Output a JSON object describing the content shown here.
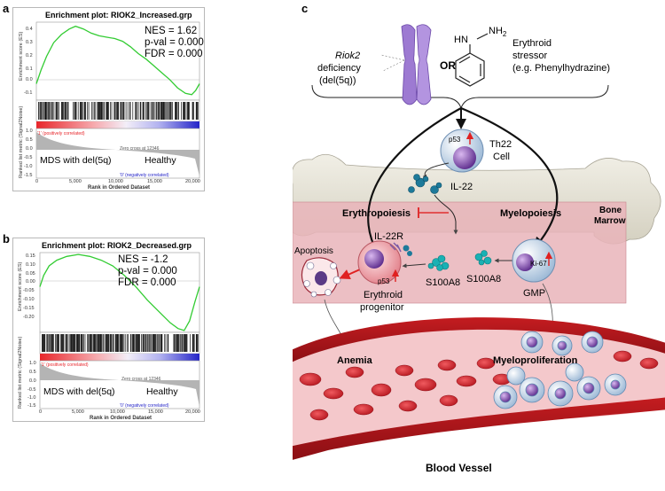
{
  "panels": {
    "a": "a",
    "b": "b",
    "c": "c"
  },
  "gsea_a": {
    "title": "Enrichment plot: RIOK2_Increased.grp",
    "nes": "NES = 1.62",
    "pval": "p-val = 0.000",
    "fdr": "FDR = 0.000",
    "es_label": "Enrichment score (ES)",
    "metric_label": "Ranked list metric (Signal2Noise)",
    "pos_corr": "'1' (positively correlated)",
    "neg_corr": "'0' (negatively correlated)",
    "zero_cross": "Zero cross at 12346",
    "group_left": "MDS with del(5q)",
    "group_right": "Healthy",
    "xlabel": "Rank in Ordered Dataset",
    "es_ticks": [
      "0.4",
      "0.3",
      "0.2",
      "0.1",
      "0.0",
      "-0.1"
    ],
    "metric_ticks": [
      "1.0",
      "0.5",
      "0.0",
      "-0.5",
      "-1.0",
      "-1.5"
    ],
    "x_ticks": [
      "0",
      "5,000",
      "10,000",
      "15,000",
      "20,000"
    ],
    "line_color": "#33cc33"
  },
  "gsea_b": {
    "title": "Enrichment plot: RIOK2_Decreased.grp",
    "nes": "NES = -1.2",
    "pval": "p-val = 0.000",
    "fdr": "FDR = 0.000",
    "es_label": "Enrichment score (ES)",
    "metric_label": "Ranked list metric (Signal2Noise)",
    "pos_corr": "'1' (positively correlated)",
    "neg_corr": "'0' (negatively correlated)",
    "zero_cross": "Zero cross at 12346",
    "group_left": "MDS with del(5q)",
    "group_right": "Healthy",
    "xlabel": "Rank in Ordered Dataset",
    "es_ticks": [
      "0.15",
      "0.10",
      "0.05",
      "0.00",
      "-0.05",
      "-0.10",
      "-0.15",
      "-0.20"
    ],
    "metric_ticks": [
      "1.0",
      "0.5",
      "0.0",
      "-0.5",
      "-1.0",
      "-1.5"
    ],
    "x_ticks": [
      "0",
      "5,000",
      "10,000",
      "15,000",
      "20,000"
    ],
    "line_color": "#33cc33"
  },
  "diagram": {
    "riok2_italic": "Riok2",
    "riok2_rest": "deficiency",
    "del5q": "(del(5q))",
    "or": "OR",
    "hn": "HN",
    "nh2": "NH",
    "nh2_sub": "2",
    "erythroid_stressor": "Erythroid",
    "stressor2": "stressor",
    "phenyl": "(e.g. Phenylhydrazine)",
    "p53": "p53",
    "th22_1": "Th22",
    "th22_2": "Cell",
    "il22": "IL-22",
    "erythropoiesis": "Erythropoiesis",
    "myelopoiesis": "Myelopoiesis",
    "bone": "Bone",
    "marrow": "Marrow",
    "il22r": "IL-22R",
    "apoptosis": "Apoptosis",
    "p53_2": "p53",
    "erythroid": "Erythroid",
    "progenitor": "progenitor",
    "s100a8_1": "S100A8",
    "s100a8_2": "S100A8",
    "ki67": "Ki-67",
    "gmp": "GMP",
    "anemia": "Anemia",
    "myeloproliferation": "Myeloproliferation",
    "blood_vessel": "Blood Vessel"
  },
  "es_a_data": [
    [
      0,
      0.0
    ],
    [
      600,
      0.1
    ],
    [
      1300,
      0.2
    ],
    [
      2200,
      0.3
    ],
    [
      3200,
      0.36
    ],
    [
      4200,
      0.4
    ],
    [
      5000,
      0.42
    ],
    [
      6000,
      0.4
    ],
    [
      7000,
      0.37
    ],
    [
      8000,
      0.35
    ],
    [
      9000,
      0.34
    ],
    [
      10000,
      0.33
    ],
    [
      11000,
      0.31
    ],
    [
      12000,
      0.27
    ],
    [
      13000,
      0.22
    ],
    [
      14000,
      0.18
    ],
    [
      15000,
      0.13
    ],
    [
      16000,
      0.08
    ],
    [
      17000,
      0.03
    ],
    [
      18000,
      -0.03
    ],
    [
      19000,
      -0.07
    ],
    [
      19800,
      -0.08
    ],
    [
      20300,
      -0.05
    ],
    [
      20800,
      0.0
    ]
  ],
  "es_b_data": [
    [
      0,
      0.0
    ],
    [
      500,
      0.06
    ],
    [
      1200,
      0.11
    ],
    [
      2200,
      0.14
    ],
    [
      3500,
      0.16
    ],
    [
      5000,
      0.17
    ],
    [
      6500,
      0.16
    ],
    [
      8000,
      0.14
    ],
    [
      9500,
      0.11
    ],
    [
      11000,
      0.06
    ],
    [
      12500,
      0.0
    ],
    [
      14000,
      -0.07
    ],
    [
      15500,
      -0.13
    ],
    [
      17000,
      -0.19
    ],
    [
      18000,
      -0.22
    ],
    [
      18800,
      -0.23
    ],
    [
      19500,
      -0.18
    ],
    [
      20200,
      -0.08
    ],
    [
      20800,
      0.0
    ]
  ]
}
